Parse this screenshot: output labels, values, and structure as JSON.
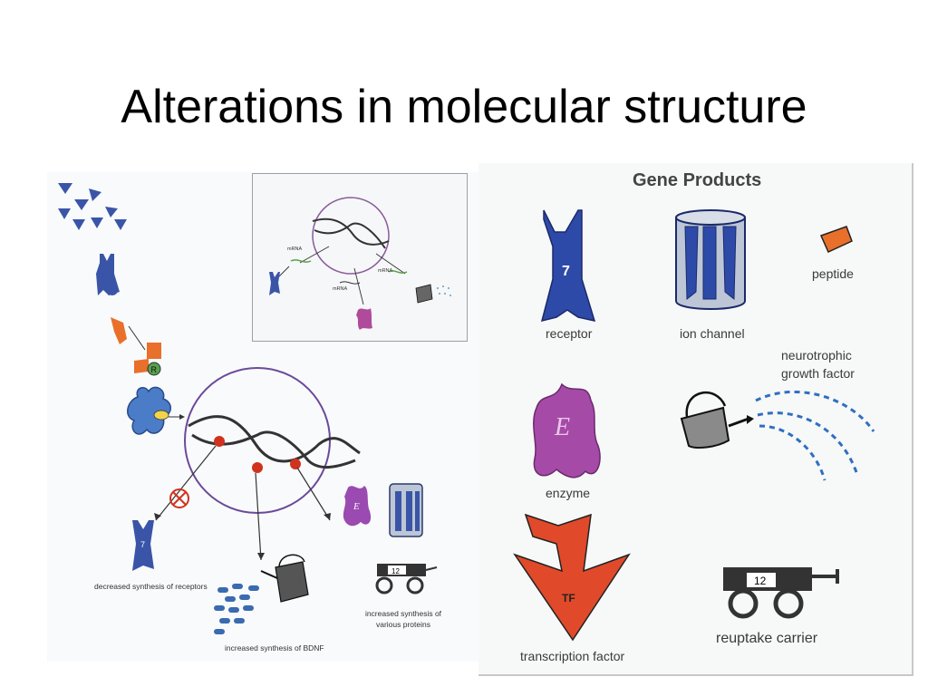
{
  "title": "Alterations in molecular structure",
  "right_panel": {
    "heading": "Gene Products",
    "labels": {
      "receptor": "receptor",
      "ion_channel": "ion channel",
      "peptide": "peptide",
      "neurotrophic": "neurotrophic",
      "growth_factor": "growth factor",
      "enzyme": "enzyme",
      "transcription_factor": "transcription factor",
      "reuptake_carrier": "reuptake carrier"
    },
    "receptor_number": "7",
    "enzyme_letter": "E",
    "tf_letters": "TF",
    "carrier_number": "12"
  },
  "inset_panel": {
    "mrna_left": "mRNA",
    "mrna_middle": "mRNA",
    "mrna_right": "mRNA"
  },
  "left_panel": {
    "decreased_receptors": "decreased synthesis of receptors",
    "increased_bdnf": "increased synthesis of BDNF",
    "increased_proteins_1": "increased synthesis of",
    "increased_proteins_2": "various proteins",
    "receptor_number": "7",
    "carrier_number": "12",
    "enzyme_letter": "E",
    "r_letter": "R"
  },
  "colors": {
    "blue": "#3a55a8",
    "orange": "#e8702a",
    "purple": "#8a5a9a",
    "magenta": "#b04a9a",
    "red": "#d0321e",
    "dashed_blue": "#2f6fc0"
  }
}
